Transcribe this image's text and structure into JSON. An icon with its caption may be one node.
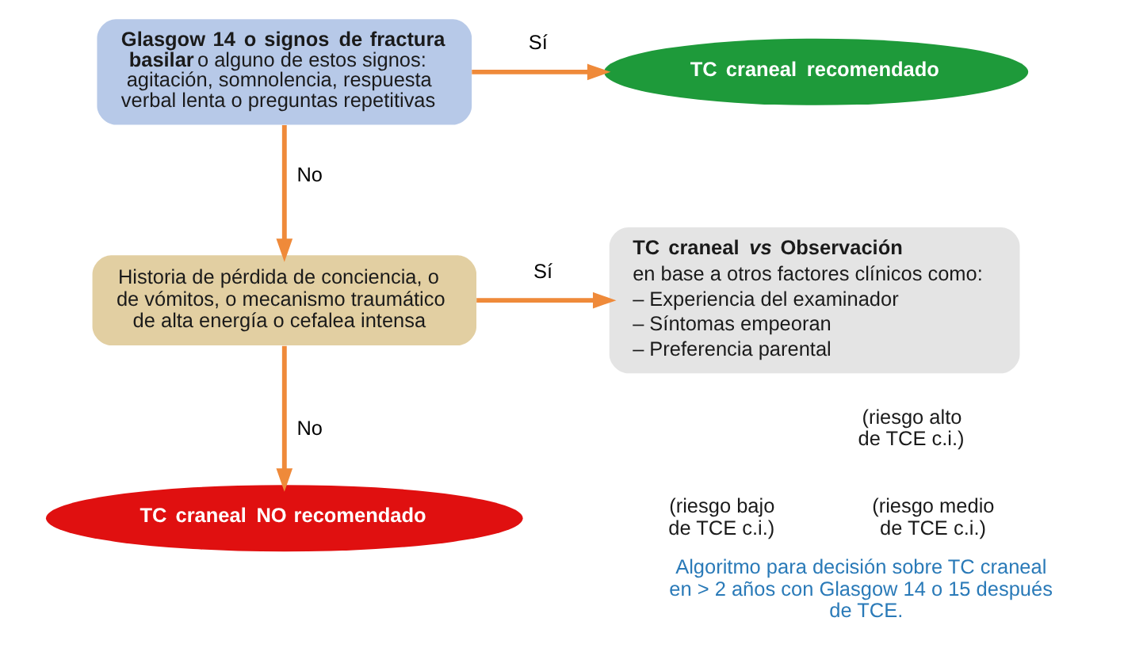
{
  "diagram": {
    "caption": "Algoritmo para decisión sobre TC craneal en > 2 años con Glasgow 14 o 15 después de TCE.",
    "nodes": [
      {
        "text": [
          "**Glasgow 14 o signos de fractura basilar** o alguno de estos signos: agitación, somnolencia, respuesta verbal lenta o preguntas repetitivas"
        ]
      },
      {
        "text": [
          "TC craneal recomendado"
        ]
      },
      {
        "text": [
          "Historia de pérdida de conciencia, o de vómitos, o mecanismo traumático de alta energía o cefalea intensa"
        ]
      },
      {
        "text": [
          "TC craneal *vs* Observación",
          "en base a otros factores clínicos como:",
          "– Experiencia del examinador",
          "– Síntomas empeoran",
          "– Preferencia parental"
        ]
      },
      {
        "text": [
          "TC craneal NO recomendado"
        ]
      }
    ],
    "edges": [
      {
        "from": 0,
        "to": 1,
        "arrow": "to",
        "label": "Sí"
      },
      {
        "from": 0,
        "to": 2,
        "arrow": "to",
        "label": "No"
      },
      {
        "from": 2,
        "to": 3,
        "arrow": "to",
        "label": "Sí"
      },
      {
        "from": 2,
        "to": 4,
        "arrow": "to",
        "label": "No"
      }
    ],
    "labels": [
      "(riesgo alto de TCE c.i.)",
      "(riesgo medio de TCE c.i.)",
      "(riesgo bajo de TCE c.i.)"
    ]
  }
}
